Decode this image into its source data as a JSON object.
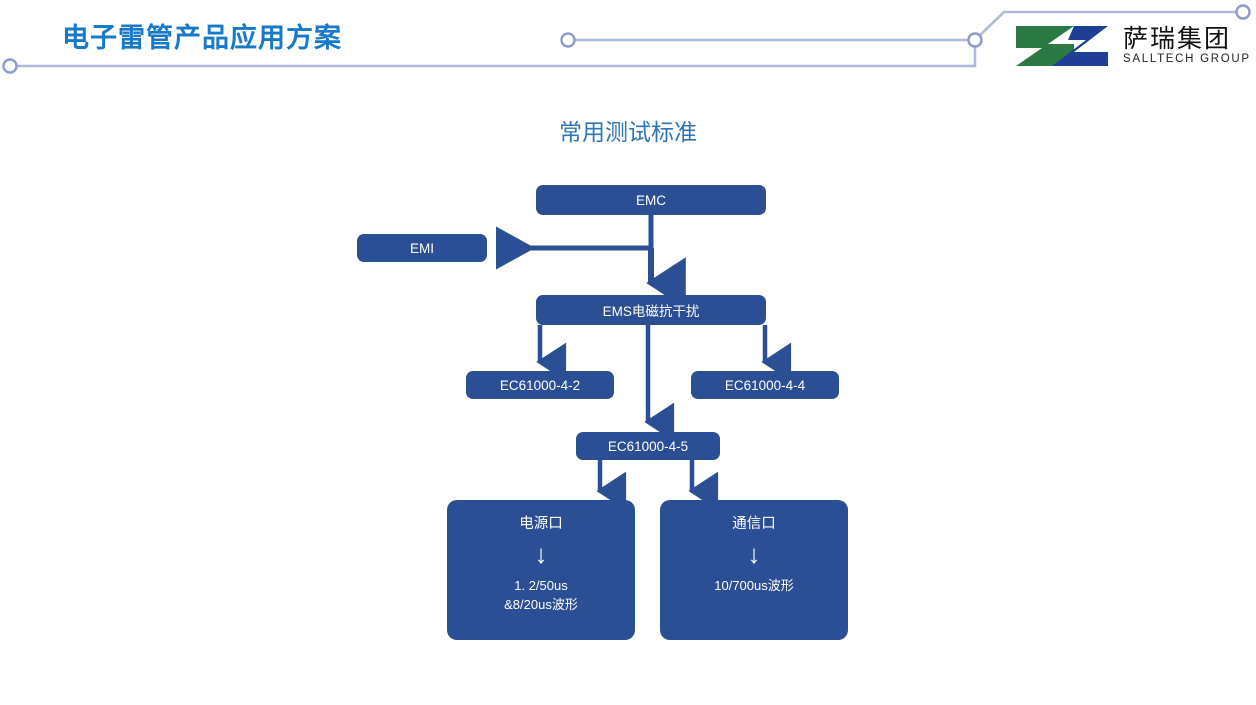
{
  "header": {
    "title": "电子雷管产品应用方案",
    "title_color": "#1679C9",
    "decoration_color": "#AEB9DC"
  },
  "logo": {
    "name_cn": "萨瑞集团",
    "name_en": "SALLTECH GROUP",
    "mark_green": "#2B7A43",
    "mark_blue": "#1F3F94"
  },
  "chart_data": {
    "type": "diagram",
    "title": "常用测试标准",
    "title_color": "#2E75B6",
    "node_fill": "#2B4F94",
    "node_text_color": "#FFFFFF",
    "connector_color": "#2B4F94",
    "nodes": [
      {
        "id": "emc",
        "label": "EMC"
      },
      {
        "id": "emi",
        "label": "EMI"
      },
      {
        "id": "ems",
        "label": "EMS电磁抗干扰"
      },
      {
        "id": "ec4_2",
        "label": "EC61000-4-2"
      },
      {
        "id": "ec4_4",
        "label": "EC61000-4-4"
      },
      {
        "id": "ec4_5",
        "label": "EC61000-4-5"
      },
      {
        "id": "power",
        "label": "电源口",
        "inner_arrow": "↓",
        "detail": "1. 2/50us\n&8/20us波形"
      },
      {
        "id": "comm",
        "label": "通信口",
        "inner_arrow": "↓",
        "detail": "10/700us波形"
      }
    ],
    "edges": [
      {
        "from": "emc",
        "to": "emi"
      },
      {
        "from": "emc",
        "to": "ems"
      },
      {
        "from": "ems",
        "to": "ec4_2"
      },
      {
        "from": "ems",
        "to": "ec4_5"
      },
      {
        "from": "ems",
        "to": "ec4_4"
      },
      {
        "from": "ec4_5",
        "to": "power"
      },
      {
        "from": "ec4_5",
        "to": "comm"
      }
    ]
  }
}
